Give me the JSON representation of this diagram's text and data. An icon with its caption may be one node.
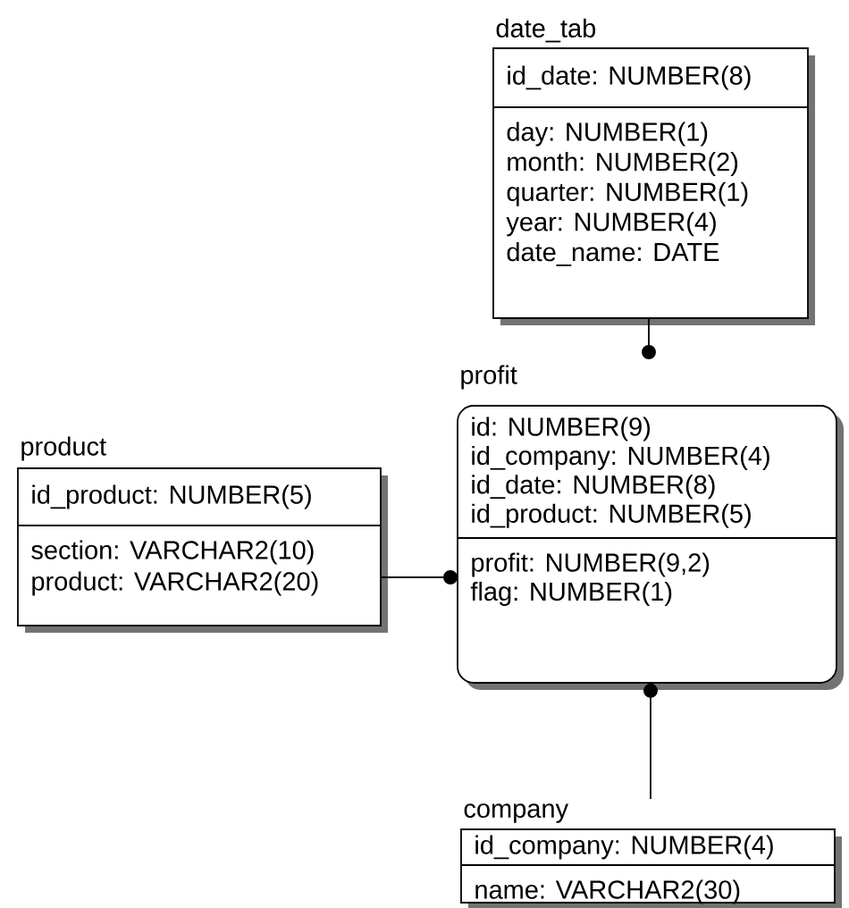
{
  "diagram": {
    "nodes": [
      {
        "text": [
          "date_tab",
          "id_date: NUMBER(8)",
          "day: NUMBER(1)",
          "month: NUMBER(2)",
          "quarter: NUMBER(1)",
          "year: NUMBER(4)",
          "date_name: DATE"
        ]
      },
      {
        "text": [
          "profit",
          "id: NUMBER(9)",
          "id_company: NUMBER(4)",
          "id_date: NUMBER(8)",
          "id_product: NUMBER(5)",
          "profit: NUMBER(9,2)",
          "flag: NUMBER(1)"
        ]
      },
      {
        "text": [
          "product",
          "id_product: NUMBER(5)",
          "section: VARCHAR2(10)",
          "product: VARCHAR2(20)"
        ]
      },
      {
        "text": [
          "company",
          "id_company: NUMBER(4)",
          "name: VARCHAR2(30)"
        ]
      }
    ],
    "edges": [
      {
        "from": 0,
        "to": 1,
        "arrow": "other"
      },
      {
        "from": 2,
        "to": 1,
        "arrow": "other"
      },
      {
        "from": 3,
        "to": 1,
        "arrow": "other"
      }
    ]
  }
}
